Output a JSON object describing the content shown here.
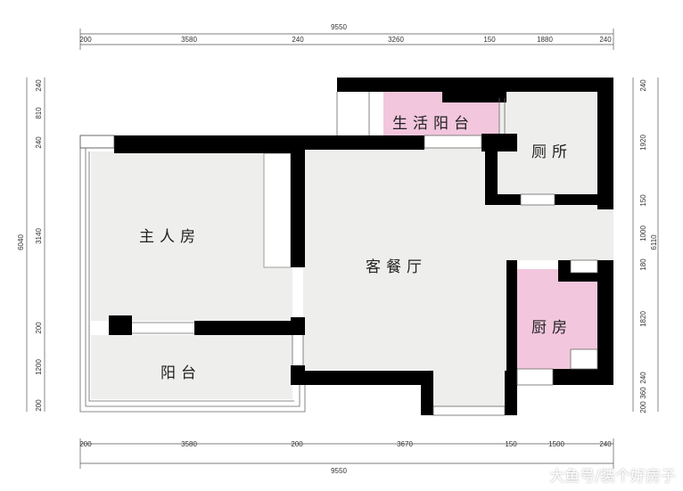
{
  "rooms": {
    "master_bedroom": "主人房",
    "living_dining": "客餐厅",
    "balcony": "阳台",
    "utility_balcony": "生活阳台",
    "toilet": "厕所",
    "kitchen": "厨房"
  },
  "dimensions": {
    "top_total": "9550",
    "top_segments": [
      "200",
      "3580",
      "240",
      "3260",
      "150",
      "1880",
      "240"
    ],
    "bottom_total": "9550",
    "bottom_segments": [
      "200",
      "3580",
      "200",
      "3670",
      "150",
      "1500",
      "240"
    ],
    "left_total": "6040",
    "left_segments": [
      "240",
      "810",
      "240",
      "3140",
      "200",
      "1200",
      "200"
    ],
    "right_total": "6110",
    "right_segments": [
      "240",
      "1920",
      "150",
      "1000",
      "180",
      "1820",
      "240",
      "360",
      "200"
    ]
  },
  "colors": {
    "wall": "#000000",
    "floor": "#eeeeec",
    "wet_room": "#f2c6dc"
  },
  "watermark": "大鱼号/装个好房子"
}
